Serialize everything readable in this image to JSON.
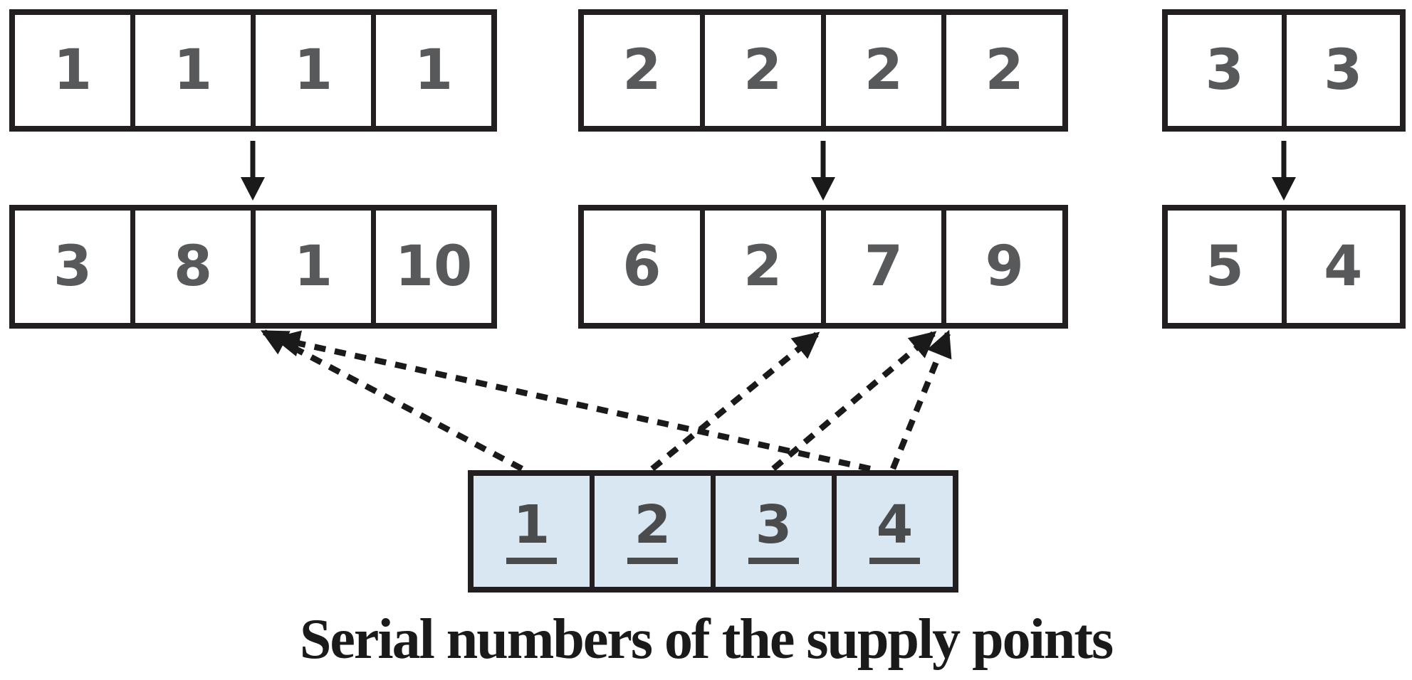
{
  "diagram": {
    "caption": "Serial numbers of the supply points",
    "colors": {
      "background": "#ffffff",
      "border": "#231f20",
      "digit": "#58595b",
      "serial_fill": "#d9e7f3",
      "serial_digit": "#4a4b4d",
      "arrow": "#1a1a1a",
      "caption": "#1a1a1a"
    },
    "top_row_groups": [
      {
        "cells": [
          "1",
          "1",
          "1",
          "1"
        ]
      },
      {
        "cells": [
          "2",
          "2",
          "2",
          "2"
        ]
      },
      {
        "cells": [
          "3",
          "3"
        ]
      }
    ],
    "bottom_row_groups": [
      {
        "cells": [
          "3",
          "8",
          "1",
          "10"
        ]
      },
      {
        "cells": [
          "6",
          "2",
          "7",
          "9"
        ]
      },
      {
        "cells": [
          "5",
          "4"
        ]
      }
    ],
    "supply_points": [
      "1",
      "2",
      "3",
      "4"
    ],
    "group_arrows": [
      "group-1",
      "group-2",
      "group-3"
    ],
    "links": [
      {
        "from": "supply-point-1",
        "to": "bottom-group-1-cell-1"
      },
      {
        "from": "supply-point-4",
        "to": "bottom-group-1-cell-1"
      },
      {
        "from": "supply-point-2",
        "to": "bottom-group-2-boundary-2-7"
      },
      {
        "from": "supply-point-3",
        "to": "bottom-group-2-boundary-7-9"
      },
      {
        "from": "supply-point-4",
        "to": "bottom-group-2-boundary-7-9"
      }
    ]
  }
}
